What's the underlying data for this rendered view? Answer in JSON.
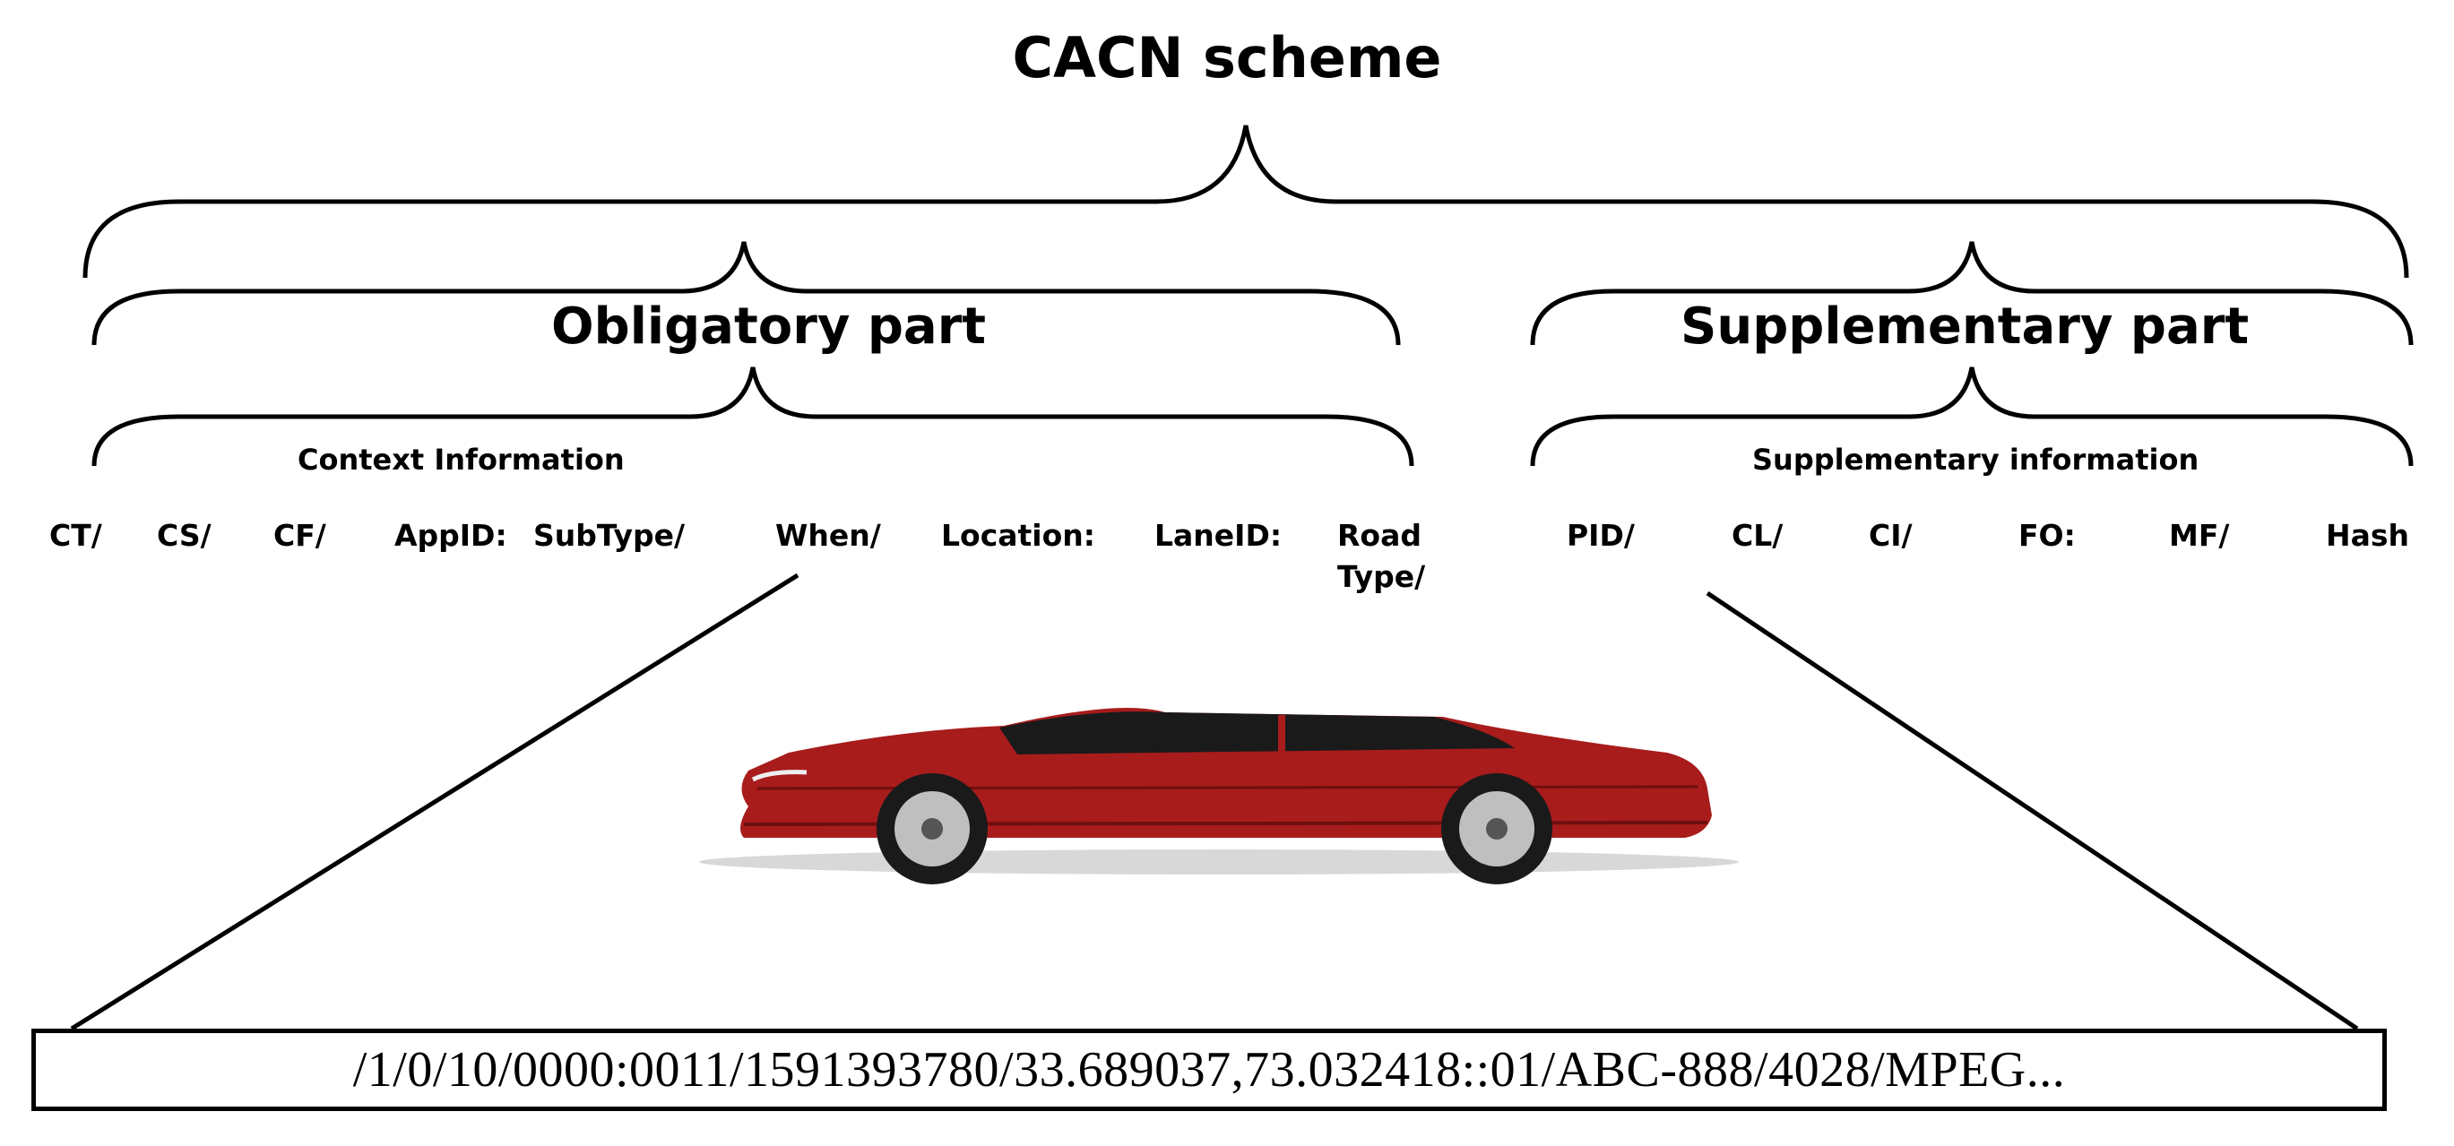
{
  "title": "CACN scheme",
  "parts": {
    "obligatory": {
      "label": "Obligatory part",
      "sub_label": "Context Information"
    },
    "supplementary": {
      "label": "Supplementary part",
      "sub_label": "Supplementary information"
    }
  },
  "fields": {
    "obligatory": [
      "CT/",
      "CS/",
      "CF/",
      "AppID:",
      "SubType/",
      "When/",
      "Location:",
      "LaneID:",
      "Road Type/"
    ],
    "supplementary": [
      "PID/",
      "CL/",
      "CI/",
      "FO:",
      "MF/",
      "Hash"
    ]
  },
  "example_name": "/1/0/10/0000:0011/1591393780/33.689037,73.032418::01/ABC-888/4028/MPEG...",
  "colors": {
    "car_body": "#a81c1c",
    "car_dark": "#6e0f0f",
    "line": "#000000"
  },
  "icons": {
    "vehicle": "car-icon"
  }
}
